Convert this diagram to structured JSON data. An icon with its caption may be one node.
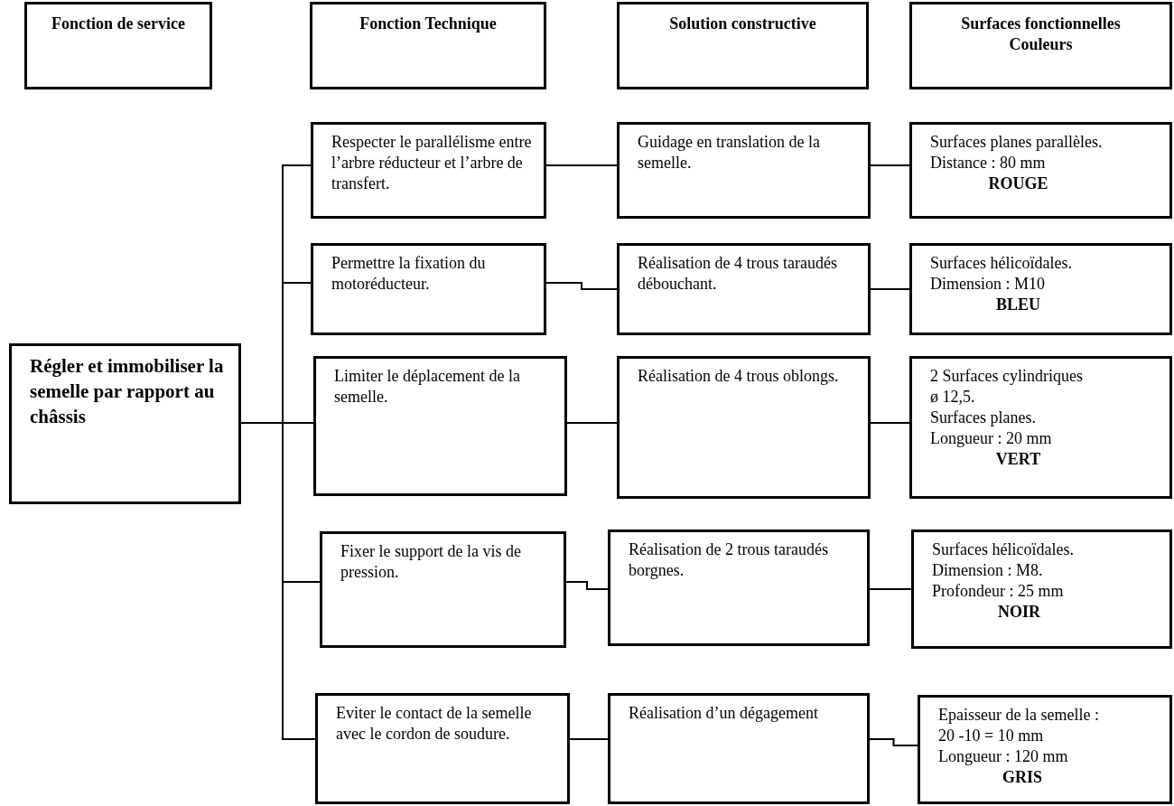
{
  "diagram": {
    "nodes": [
      {
        "text": [
          "Fonction de service"
        ]
      },
      {
        "text": [
          "Fonction Technique"
        ]
      },
      {
        "text": [
          "Solution constructive"
        ]
      },
      {
        "text": [
          "Surfaces fonctionnelles",
          "Couleurs"
        ]
      },
      {
        "text": [
          "Régler et immobiliser la semelle par rapport au châssis"
        ]
      },
      {
        "text": [
          "Respecter le parallélisme entre l’arbre réducteur et l’arbre  de transfert."
        ]
      },
      {
        "text": [
          "Permettre la fixation du motoréducteur."
        ]
      },
      {
        "text": [
          "Limiter le déplacement de la semelle."
        ]
      },
      {
        "text": [
          "Fixer le support de la vis de pression."
        ]
      },
      {
        "text": [
          "Eviter le contact de la semelle avec le cordon de soudure."
        ]
      },
      {
        "text": [
          "Guidage en translation de la semelle."
        ]
      },
      {
        "text": [
          "Réalisation de 4 trous taraudés débouchant."
        ]
      },
      {
        "text": [
          "Réalisation de 4 trous oblongs."
        ]
      },
      {
        "text": [
          "Réalisation de 2 trous taraudés borgnes."
        ]
      },
      {
        "text": [
          "Réalisation d’un dégagement"
        ]
      },
      {
        "text": [
          "Surfaces planes parallèles.",
          "Distance : 80 mm",
          "ROUGE"
        ]
      },
      {
        "text": [
          "Surfaces hélicoïdales.",
          "Dimension : M10",
          "BLEU"
        ]
      },
      {
        "text": [
          "2 Surfaces cylindriques",
          "ø 12,5.",
          "Surfaces planes.",
          "Longueur : 20 mm",
          "VERT"
        ]
      },
      {
        "text": [
          "Surfaces hélicoïdales.",
          "Dimension : M8.",
          "Profondeur : 25 mm",
          "NOIR"
        ]
      },
      {
        "text": [
          "Epaisseur de la semelle :",
          "20 -10 = 10 mm",
          "Longueur : 120 mm",
          "GRIS"
        ]
      }
    ],
    "edges": [
      {
        "from": 4,
        "to": 5,
        "arrow": "none"
      },
      {
        "from": 4,
        "to": 6,
        "arrow": "none"
      },
      {
        "from": 4,
        "to": 7,
        "arrow": "none"
      },
      {
        "from": 4,
        "to": 8,
        "arrow": "none"
      },
      {
        "from": 4,
        "to": 9,
        "arrow": "none"
      },
      {
        "from": 5,
        "to": 10,
        "arrow": "none"
      },
      {
        "from": 6,
        "to": 11,
        "arrow": "none"
      },
      {
        "from": 7,
        "to": 12,
        "arrow": "none"
      },
      {
        "from": 8,
        "to": 13,
        "arrow": "none"
      },
      {
        "from": 9,
        "to": 14,
        "arrow": "none"
      },
      {
        "from": 10,
        "to": 15,
        "arrow": "none"
      },
      {
        "from": 11,
        "to": 16,
        "arrow": "none"
      },
      {
        "from": 12,
        "to": 17,
        "arrow": "none"
      },
      {
        "from": 13,
        "to": 18,
        "arrow": "none"
      },
      {
        "from": 14,
        "to": 19,
        "arrow": "none"
      }
    ]
  }
}
